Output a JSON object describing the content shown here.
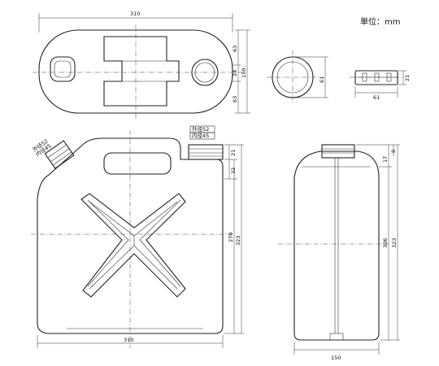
{
  "unit_label": "単位：mm",
  "top_view": {
    "width": "310",
    "right_dims": [
      "63",
      "24",
      "150",
      "63"
    ]
  },
  "cap_view": {
    "diameter": "61"
  },
  "handle_view": {
    "width": "61",
    "height": "21"
  },
  "front_view": {
    "outer_dia": "外径52",
    "inner_dia": "内径45",
    "left_cap_outer": "外径52",
    "left_cap_inner": "内径45",
    "width": "310",
    "right_dims": [
      "21",
      "32",
      "270",
      "323"
    ]
  },
  "side_view": {
    "width": "150",
    "right_dims": [
      "17",
      "8",
      "306",
      "323"
    ]
  }
}
